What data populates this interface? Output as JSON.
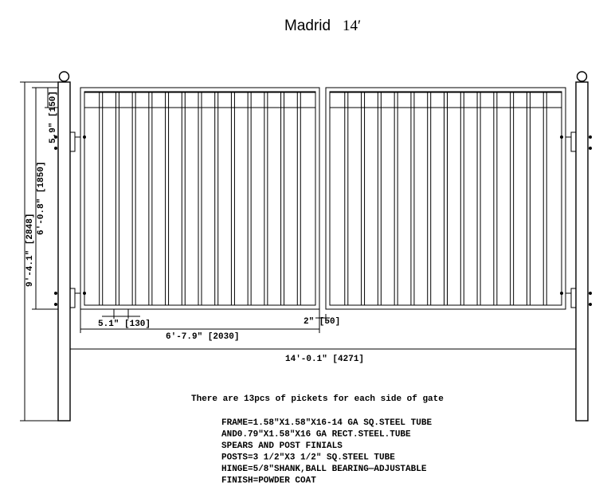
{
  "title": {
    "model": "Madrid",
    "size": "14′"
  },
  "gate": {
    "pickets_per_side": 13
  },
  "dimensions": {
    "top_section": "5.9\" [150]",
    "gate_height": "6′-0.8\" [1850]",
    "post_height": "9′-4.1\" [2848]",
    "picket_spacing": "5.1\" [130]",
    "gate_width": "6′-7.9\" [2030]",
    "center_gap": "2\" [50]",
    "overall_width": "14′-0.1\" [4271]"
  },
  "notes": {
    "pickets": "There are 13pcs of pickets for each side of gate",
    "specs": [
      "FRAME=1.58\"X1.58\"X16-14 GA SQ.STEEL TUBE",
      "AND0.79\"X1.58\"X16 GA RECT.STEEL.TUBE",
      "SPEARS AND POST FINIALS",
      "POSTS=3 1/2\"X3 1/2\" SQ.STEEL TUBE",
      "HINGE=5/8\"SHANK,BALL BEARING—ADJUSTABLE",
      "FINISH=POWDER COAT"
    ]
  },
  "colors": {
    "line": "#000000",
    "background": "#ffffff"
  }
}
